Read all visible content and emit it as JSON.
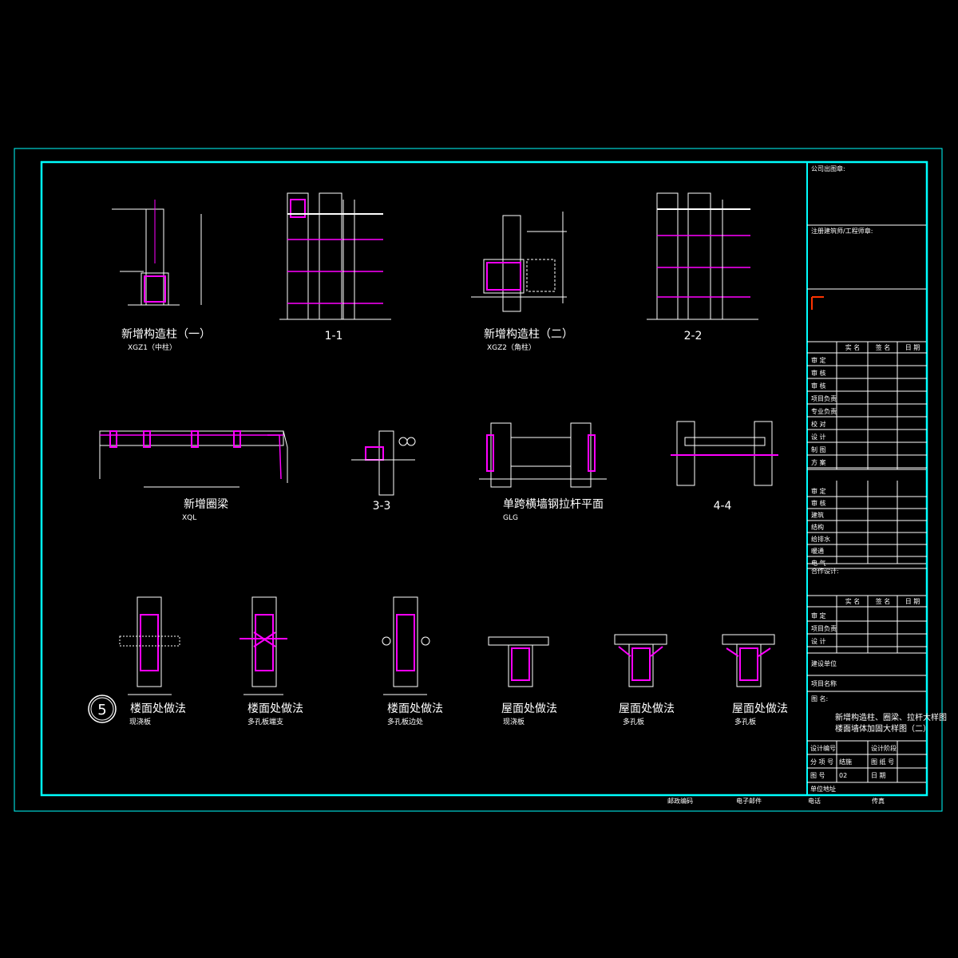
{
  "drawing": {
    "row1": [
      {
        "title": "新增构造柱（一）",
        "sub": "XGZ1（中柱）"
      },
      {
        "title": "1-1",
        "sub": ""
      },
      {
        "title": "新增构造柱（二）",
        "sub": "XGZ2（角柱）"
      },
      {
        "title": "2-2",
        "sub": ""
      }
    ],
    "row2": [
      {
        "title": "新增圈梁",
        "sub": "XQL"
      },
      {
        "title": "3-3",
        "sub": ""
      },
      {
        "title": "单跨横墙钢拉杆平面",
        "sub": "GLG"
      },
      {
        "title": "4-4",
        "sub": ""
      }
    ],
    "row3": [
      {
        "title": "楼面处做法",
        "sub": "现浇板"
      },
      {
        "title": "楼面处做法",
        "sub": "多孔板端支"
      },
      {
        "title": "楼面处做法",
        "sub": "多孔板边处"
      },
      {
        "title": "屋面处做法",
        "sub": "现浇板"
      },
      {
        "title": "屋面处做法",
        "sub": "多孔板"
      },
      {
        "title": "屋面处做法",
        "sub": "多孔板"
      }
    ],
    "sheet_marker": "5"
  },
  "title_block": {
    "company": "公司出图章:",
    "registered": "注册建筑师/工程师章:",
    "cols_a": [
      "实  名",
      "签  名",
      "日  期"
    ],
    "roles_a": [
      "审  定",
      "审  核",
      "审  核",
      "项目负责",
      "专业负责",
      "校  对",
      "设  计",
      "制  图",
      "方  案"
    ],
    "roles_b": [
      "审  定",
      "审  核",
      "建筑",
      "结构",
      "给排水",
      "暖通",
      "电  气"
    ],
    "coop": "合作设计:",
    "cols_c": [
      "实  名",
      "签  名",
      "日  期"
    ],
    "roles_c": [
      "审  定",
      "项目负责",
      "设  计"
    ],
    "client": "建设单位",
    "project": "项目名称",
    "drawing_name_label": "图  名:",
    "drawing_name_line1": "新增构造柱、圈梁、拉杆大样图",
    "drawing_name_line2": "楼面墙体加固大样图（二）",
    "design_no": "设计编号",
    "phase_label": "设计阶段",
    "discipline_label": "分 项 号",
    "discipline_value": "结施",
    "sheet_no_label": "图 纸 号",
    "sheet_label": "图  号",
    "sheet_value": "02",
    "date_label": "日  期",
    "address": "单位地址",
    "footer": [
      "邮政编码",
      "电子邮件",
      "电话",
      "传真"
    ]
  },
  "colors": {
    "frame": "#00ffff",
    "lines": "#ffffff",
    "rebar": "#ff00ff",
    "note": "#00ff66",
    "corner": "#ff3300"
  }
}
